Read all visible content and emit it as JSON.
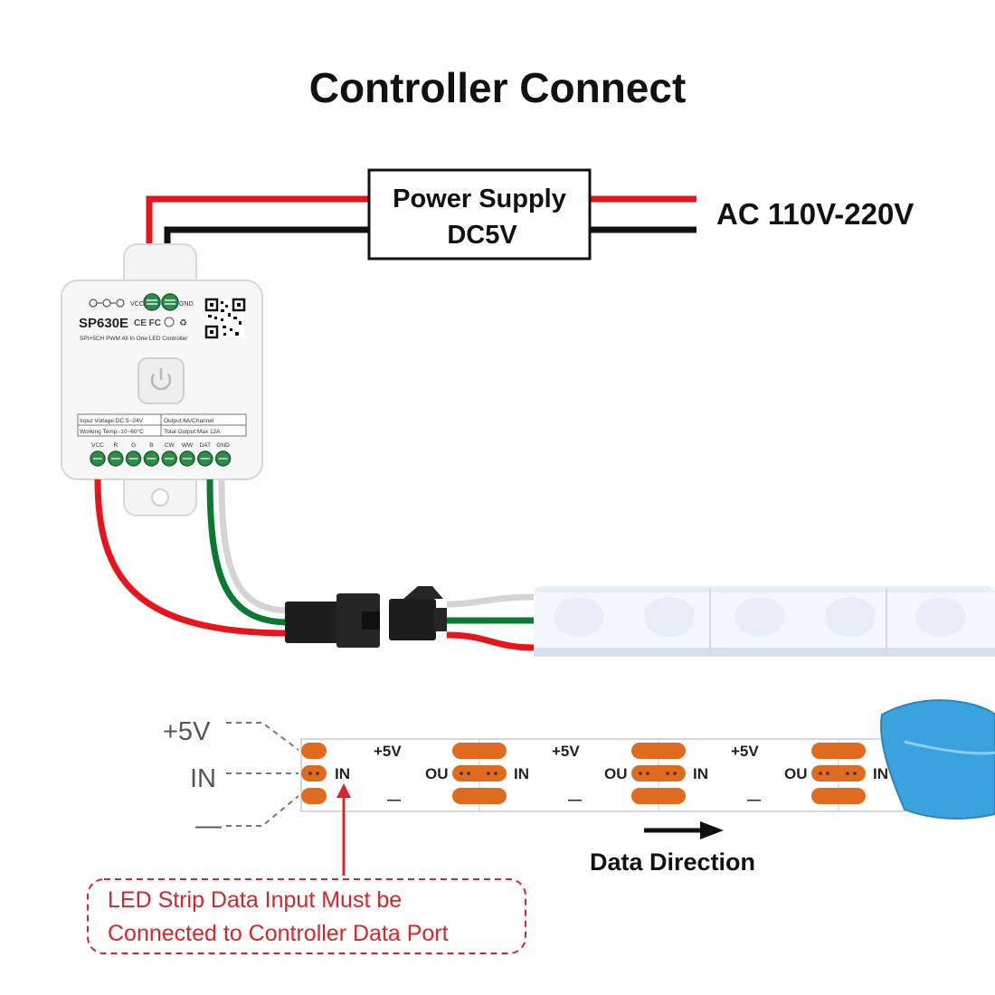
{
  "title": "Controller Connect",
  "power_supply": {
    "line1": "Power Supply",
    "line2": "DC5V"
  },
  "ac_input": "AC 110V-220V",
  "controller": {
    "model": "SP630E",
    "subtitle": "SPI+5CH PWM All In One LED Controller",
    "vcc_label": "VCC",
    "gnd_label": "GND",
    "cert_marks": "CE FC",
    "specs": [
      [
        "Input Voltage:DC 5~24V",
        "Output:6A/Channel"
      ],
      [
        "Working Temp:-10~60°C",
        "Total Output:Max 12A"
      ]
    ],
    "terminals": [
      "VCC",
      "R",
      "G",
      "B",
      "CW",
      "WW",
      "DAT",
      "GND"
    ]
  },
  "strip_labels": {
    "plus": "+5V",
    "in": "IN",
    "out": "OU",
    "minus": "—"
  },
  "side_labels": {
    "plus": "+5V",
    "in": "IN",
    "minus": "—"
  },
  "data_direction": "Data Direction",
  "note": {
    "line1": "LED Strip Data Input Must be",
    "line2": "Connected to Controller Data Port"
  },
  "colors": {
    "red_wire": "#e8141b",
    "black_wire": "#111111",
    "green_wire": "#0a7a32",
    "pad": "#e06a1e",
    "note": "#d9242a",
    "tape": "#3aa3de"
  }
}
